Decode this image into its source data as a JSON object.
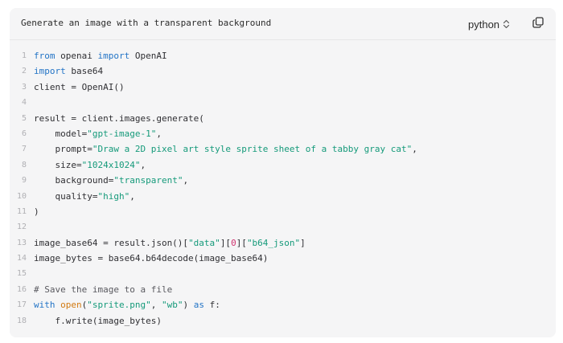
{
  "header": {
    "title": "Generate an image with a transparent background",
    "language": "python",
    "language_icon": "chevron-up-down-icon",
    "copy_icon": "copy-icon"
  },
  "colors": {
    "keyword": "#2374c6",
    "string": "#159a7a",
    "number": "#d0336f",
    "builtin": "#d27a12",
    "plain": "#2f2f33",
    "line_number": "#b0b0b4",
    "background": "#f5f5f6"
  },
  "code": {
    "lines": [
      {
        "n": "1",
        "tokens": [
          {
            "t": "from",
            "k": "kw"
          },
          {
            "t": " openai ",
            "k": "plain"
          },
          {
            "t": "import",
            "k": "kw"
          },
          {
            "t": " OpenAI",
            "k": "plain"
          }
        ]
      },
      {
        "n": "2",
        "tokens": [
          {
            "t": "import",
            "k": "kw"
          },
          {
            "t": " base64",
            "k": "plain"
          }
        ]
      },
      {
        "n": "3",
        "tokens": [
          {
            "t": "client = OpenAI()",
            "k": "plain"
          }
        ]
      },
      {
        "n": "4",
        "tokens": []
      },
      {
        "n": "5",
        "tokens": [
          {
            "t": "result = client.images.generate(",
            "k": "plain"
          }
        ]
      },
      {
        "n": "6",
        "tokens": [
          {
            "t": "    model=",
            "k": "plain"
          },
          {
            "t": "\"gpt-image-1\"",
            "k": "str"
          },
          {
            "t": ",",
            "k": "plain"
          }
        ]
      },
      {
        "n": "7",
        "tokens": [
          {
            "t": "    prompt=",
            "k": "plain"
          },
          {
            "t": "\"Draw a 2D pixel art style sprite sheet of a tabby gray cat\"",
            "k": "str"
          },
          {
            "t": ",",
            "k": "plain"
          }
        ]
      },
      {
        "n": "8",
        "tokens": [
          {
            "t": "    size=",
            "k": "plain"
          },
          {
            "t": "\"1024x1024\"",
            "k": "str"
          },
          {
            "t": ",",
            "k": "plain"
          }
        ]
      },
      {
        "n": "9",
        "tokens": [
          {
            "t": "    background=",
            "k": "plain"
          },
          {
            "t": "\"transparent\"",
            "k": "str"
          },
          {
            "t": ",",
            "k": "plain"
          }
        ]
      },
      {
        "n": "10",
        "tokens": [
          {
            "t": "    quality=",
            "k": "plain"
          },
          {
            "t": "\"high\"",
            "k": "str"
          },
          {
            "t": ",",
            "k": "plain"
          }
        ]
      },
      {
        "n": "11",
        "tokens": [
          {
            "t": ")",
            "k": "plain"
          }
        ]
      },
      {
        "n": "12",
        "tokens": []
      },
      {
        "n": "13",
        "tokens": [
          {
            "t": "image_base64 = result.json()[",
            "k": "plain"
          },
          {
            "t": "\"data\"",
            "k": "str"
          },
          {
            "t": "][",
            "k": "plain"
          },
          {
            "t": "0",
            "k": "num"
          },
          {
            "t": "][",
            "k": "plain"
          },
          {
            "t": "\"b64_json\"",
            "k": "str"
          },
          {
            "t": "]",
            "k": "plain"
          }
        ]
      },
      {
        "n": "14",
        "tokens": [
          {
            "t": "image_bytes = base64.b64decode(image_base64)",
            "k": "plain"
          }
        ]
      },
      {
        "n": "15",
        "tokens": []
      },
      {
        "n": "16",
        "tokens": [
          {
            "t": "# Save the image to a file",
            "k": "cmt"
          }
        ]
      },
      {
        "n": "17",
        "tokens": [
          {
            "t": "with",
            "k": "kw"
          },
          {
            "t": " ",
            "k": "plain"
          },
          {
            "t": "open",
            "k": "builtin"
          },
          {
            "t": "(",
            "k": "plain"
          },
          {
            "t": "\"sprite.png\"",
            "k": "str"
          },
          {
            "t": ", ",
            "k": "plain"
          },
          {
            "t": "\"wb\"",
            "k": "str"
          },
          {
            "t": ") ",
            "k": "plain"
          },
          {
            "t": "as",
            "k": "kw"
          },
          {
            "t": " f:",
            "k": "plain"
          }
        ]
      },
      {
        "n": "18",
        "tokens": [
          {
            "t": "    f.write(image_bytes)",
            "k": "plain"
          }
        ]
      }
    ]
  }
}
